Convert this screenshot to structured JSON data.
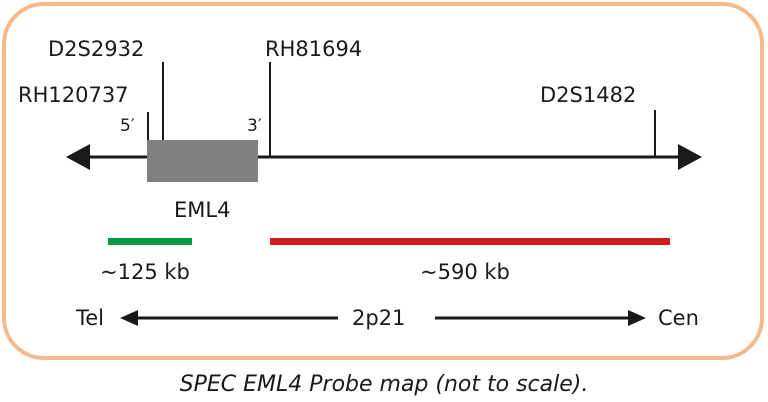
{
  "markers": {
    "d2s2932": "D2S2932",
    "rh81694": "RH81694",
    "rh120737": "RH120737",
    "d2s1482": "D2S1482"
  },
  "ends": {
    "five_prime": "5′",
    "three_prime": "3′"
  },
  "gene": {
    "name": "EML4"
  },
  "probes": {
    "green": {
      "label": "~125 kb",
      "color": "#009a44"
    },
    "red": {
      "label": "~590 kb",
      "color": "#d01c1f"
    }
  },
  "orientation": {
    "left": "Tel",
    "band": "2p21",
    "right": "Cen"
  },
  "caption": "SPEC EML4 Probe map (not to scale).",
  "colors": {
    "frame": "#f6b98a",
    "gene_box": "#808080",
    "line": "#1a1a1a"
  }
}
